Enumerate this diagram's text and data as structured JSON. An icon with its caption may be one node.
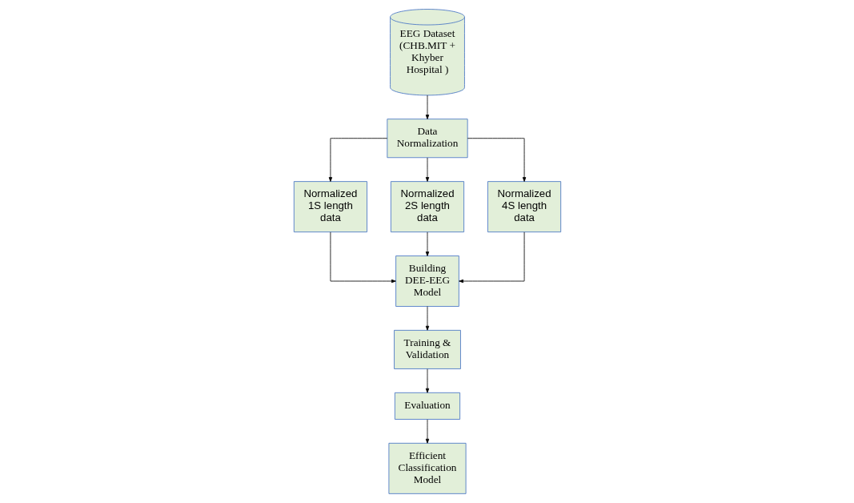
{
  "diagram": {
    "nodes": [
      {
        "text": [
          "EEG Dataset (CHB.MIT + Khyber Hospital )"
        ]
      },
      {
        "text": [
          "Data Normalization"
        ]
      },
      {
        "text": [
          "Normalized 1S length data"
        ]
      },
      {
        "text": [
          "Normalized 2S length data"
        ]
      },
      {
        "text": [
          "Normalized 4S length data"
        ]
      },
      {
        "text": [
          "Building DEE-EEG Model"
        ]
      },
      {
        "text": [
          "Training & Validation"
        ]
      },
      {
        "text": [
          "Evaluation"
        ]
      },
      {
        "text": [
          "Efficient Classification Model"
        ]
      }
    ],
    "edges": [
      {
        "from": 0,
        "to": 1,
        "arrow": "to"
      },
      {
        "from": 1,
        "to": 2,
        "arrow": "to"
      },
      {
        "from": 1,
        "to": 3,
        "arrow": "to"
      },
      {
        "from": 1,
        "to": 4,
        "arrow": "to"
      },
      {
        "from": 2,
        "to": 5,
        "arrow": "to"
      },
      {
        "from": 3,
        "to": 5,
        "arrow": "to"
      },
      {
        "from": 4,
        "to": 5,
        "arrow": "to"
      },
      {
        "from": 5,
        "to": 6,
        "arrow": "to"
      },
      {
        "from": 6,
        "to": 7,
        "arrow": "to"
      },
      {
        "from": 7,
        "to": 8,
        "arrow": "to"
      }
    ]
  }
}
